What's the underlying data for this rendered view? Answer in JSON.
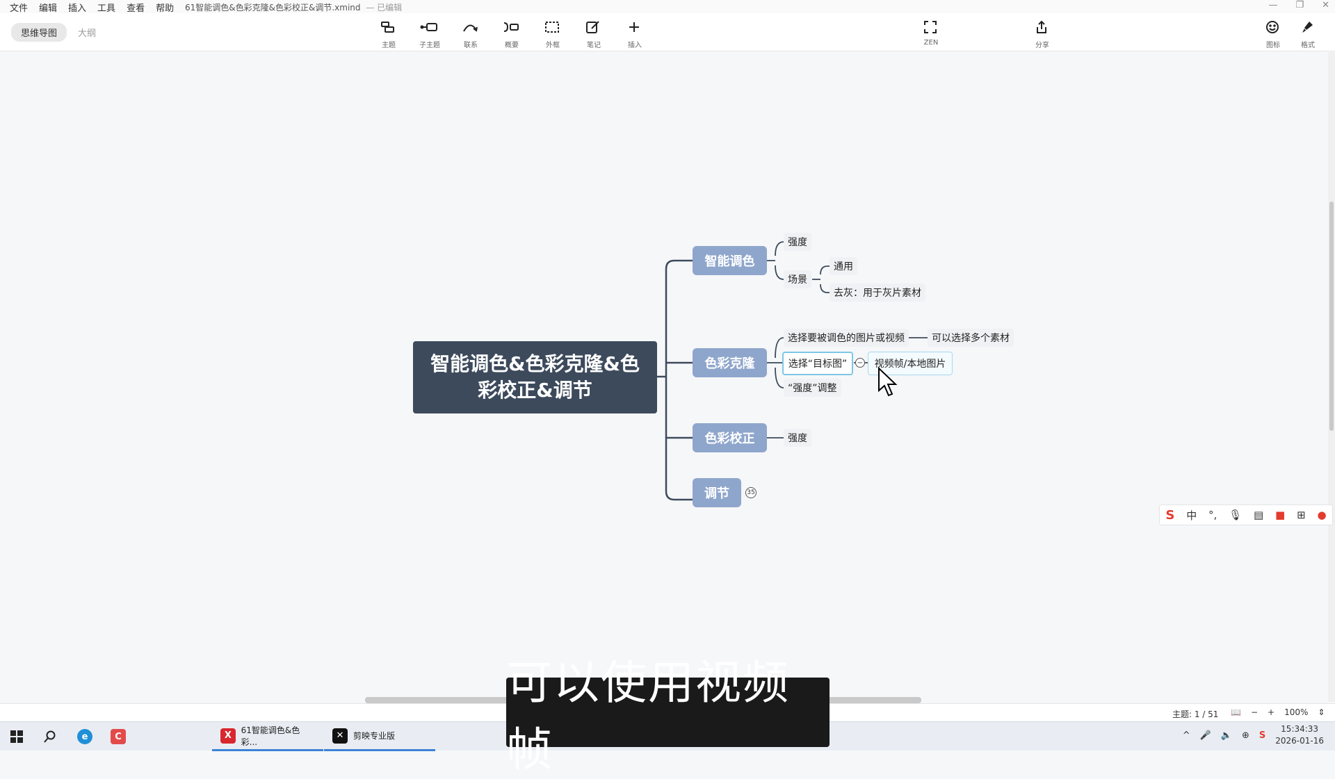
{
  "menu": [
    "文件",
    "编辑",
    "插入",
    "工具",
    "查看",
    "帮助"
  ],
  "document": {
    "title": "61智能调色&色彩克隆&色彩校正&调节.xmind",
    "status": "— 已编辑"
  },
  "window_controls": [
    "—",
    "❐",
    "✕"
  ],
  "view_tabs": {
    "mindmap": "思维导图",
    "outline": "大纲"
  },
  "toolbar": {
    "topic": "主题",
    "subtopic": "子主题",
    "relationship": "联系",
    "summary": "概要",
    "boundary": "外框",
    "note": "笔记",
    "insert": "插入",
    "zen": "ZEN",
    "share": "分享",
    "icon": "图标",
    "format": "格式"
  },
  "mindmap": {
    "root": "智能调色&色彩克隆&色彩校正&调节",
    "branches": [
      {
        "label": "智能调色",
        "children": [
          {
            "label": "强度"
          },
          {
            "label": "场景",
            "children": [
              "通用",
              "去灰：用于灰片素材"
            ]
          }
        ]
      },
      {
        "label": "色彩克隆",
        "children": [
          {
            "label": "选择要被调色的图片或视频",
            "children": [
              "可以选择多个素材"
            ]
          },
          {
            "label": "选择“目标图”",
            "children": [
              "视频帧/本地图片"
            ]
          },
          {
            "label": "“强度”调整"
          }
        ]
      },
      {
        "label": "色彩校正",
        "children": [
          {
            "label": "强度"
          }
        ]
      },
      {
        "label": "调节",
        "collapsed_count": "35"
      }
    ]
  },
  "ime": {
    "logo": "S",
    "lang": "中"
  },
  "statusbar": {
    "topic_count": "主题: 1 / 51",
    "zoom": "100%"
  },
  "taskbar": {
    "apps": [
      {
        "label": "61智能调色&色彩...",
        "color": "#d9272e"
      },
      {
        "label": "剪映专业版",
        "color": "#111111"
      }
    ],
    "time": "15:34:33",
    "date": "2026-01-16"
  },
  "subtitle": "可以使用视频帧"
}
